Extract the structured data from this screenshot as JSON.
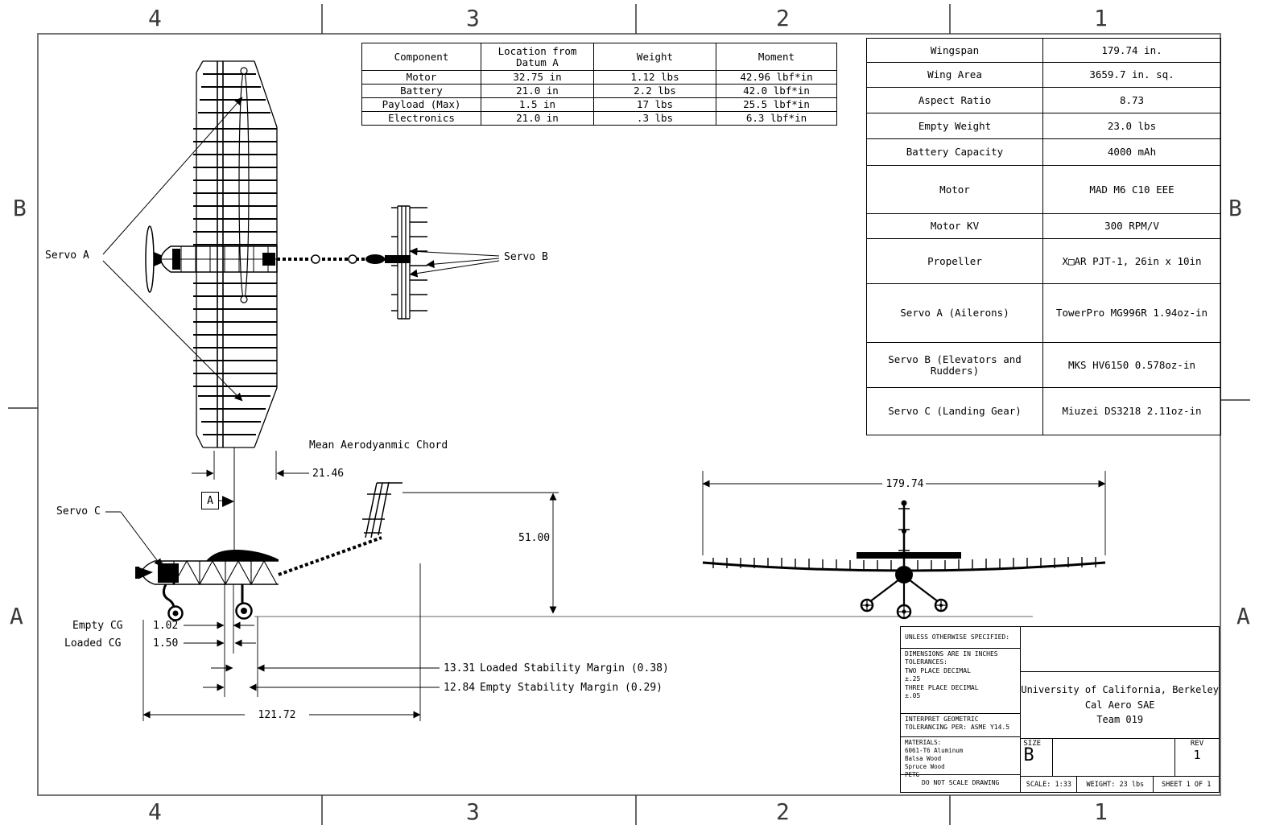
{
  "zones": {
    "top": [
      "4",
      "3",
      "2",
      "1"
    ],
    "bottom": [
      "4",
      "3",
      "2",
      "1"
    ],
    "left": [
      "B",
      "A"
    ],
    "right": [
      "B",
      "A"
    ]
  },
  "component_table": {
    "col1": "Component",
    "col2_line1": "Location from",
    "col2_line2": "Datum A",
    "col3": "Weight",
    "col4": "Moment",
    "rows": [
      [
        "Motor",
        "32.75 in",
        "1.12 lbs",
        "42.96 lbf*in"
      ],
      [
        "Battery",
        "21.0 in",
        "2.2 lbs",
        "42.0 lbf*in"
      ],
      [
        "Payload (Max)",
        "1.5 in",
        "17 lbs",
        "25.5 lbf*in"
      ],
      [
        "Electronics",
        "21.0 in",
        ".3 lbs",
        "6.3 lbf*in"
      ]
    ]
  },
  "specs_table": {
    "rows": [
      {
        "label": "Wingspan",
        "value": "179.74 in."
      },
      {
        "label": "Wing Area",
        "value": "3659.7 in. sq."
      },
      {
        "label": "Aspect Ratio",
        "value": "8.73"
      },
      {
        "label": "Empty Weight",
        "value": "23.0 lbs"
      },
      {
        "label": "Battery Capacity",
        "value": "4000 mAh"
      },
      {
        "label": "Motor",
        "value": "MAD M6 C10 EEE"
      },
      {
        "label": "Motor KV",
        "value": "300 RPM/V"
      },
      {
        "label": "Propeller",
        "value": "X□AR PJT-1, 26in x 10in"
      },
      {
        "label": "Servo A (Ailerons)",
        "value": "TowerPro MG996R 1.94oz-in"
      },
      {
        "label": "Servo B (Elevators and Rudders)",
        "value": "MKS HV6150 0.578oz-in"
      },
      {
        "label": "Servo C (Landing Gear)",
        "value": "Miuzei DS3218 2.11oz-in"
      }
    ]
  },
  "annotations": {
    "servo_a": "Servo A",
    "servo_b": "Servo B",
    "servo_c": "Servo C",
    "mac_label": "Mean Aerodyanmic Chord",
    "mac_value": "21.46",
    "datum_label": "A",
    "empty_cg_label": "Empty CG",
    "empty_cg_value": "1.02",
    "loaded_cg_label": "Loaded CG",
    "loaded_cg_value": "1.50",
    "loaded_margin_value": "13.31",
    "loaded_margin_label": "Loaded Stability Margin (0.38)",
    "empty_margin_value": "12.84",
    "empty_margin_label": "Empty Stability Margin (0.29)",
    "length_dim": "121.72",
    "tail_height_dim": "51.00",
    "wingspan_dim": "179.74"
  },
  "title_block": {
    "unless": "UNLESS OTHERWISE SPECIFIED:",
    "dims_lines": [
      "DIMENSIONS ARE IN INCHES",
      "TOLERANCES:",
      "TWO PLACE DECIMAL",
      "±.25",
      "THREE PLACE DECIMAL",
      "±.05"
    ],
    "interpret_lines": [
      "INTERPRET GEOMETRIC",
      "TOLERANCING PER: ASME Y14.5"
    ],
    "materials_lines": [
      "MATERIALS:",
      "6061-T6 Aluminum",
      "Balsa Wood",
      "Spruce Wood",
      "PETG"
    ],
    "do_not_scale": "DO NOT SCALE DRAWING",
    "org_lines": [
      "University of California, Berkeley",
      "Cal Aero SAE",
      "Team 019"
    ],
    "size_label": "SIZE",
    "size_value": "B",
    "rev_label": "REV",
    "rev_value": "1",
    "scale": "SCALE: 1:33",
    "weight": "WEIGHT: 23 lbs",
    "sheet": "SHEET 1 OF 1"
  }
}
